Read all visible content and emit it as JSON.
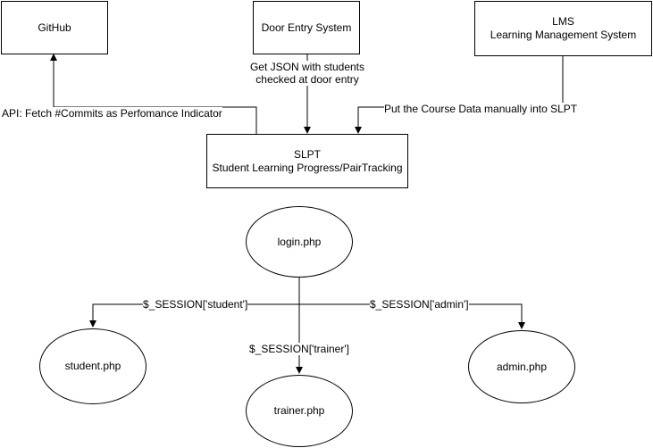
{
  "nodes": {
    "github": {
      "label": "GitHub"
    },
    "door_entry": {
      "label": "Door Entry System"
    },
    "lms": {
      "line1": "LMS",
      "line2": "Learning Management System"
    },
    "slpt": {
      "line1": "SLPT",
      "line2": "Student Learning Progress/PairTracking"
    },
    "login": {
      "label": "login.php"
    },
    "student": {
      "label": "student.php"
    },
    "trainer": {
      "label": "trainer.php"
    },
    "admin": {
      "label": "admin.php"
    }
  },
  "edges": {
    "slpt_to_github": {
      "label": "API: Fetch #Commits as Perfomance Indicator"
    },
    "door_to_slpt": {
      "line1": "Get JSON with students",
      "line2": "checked at door entry"
    },
    "lms_to_slpt": {
      "label": "Put the Course Data manually into SLPT"
    },
    "login_to_student": {
      "label": "$_SESSION['student']"
    },
    "login_to_trainer": {
      "label": "$_SESSION['trainer']"
    },
    "login_to_admin": {
      "label": "$_SESSION['admin']"
    }
  },
  "colors": {
    "stroke": "#000000",
    "fill": "#ffffff",
    "text": "#000000"
  }
}
